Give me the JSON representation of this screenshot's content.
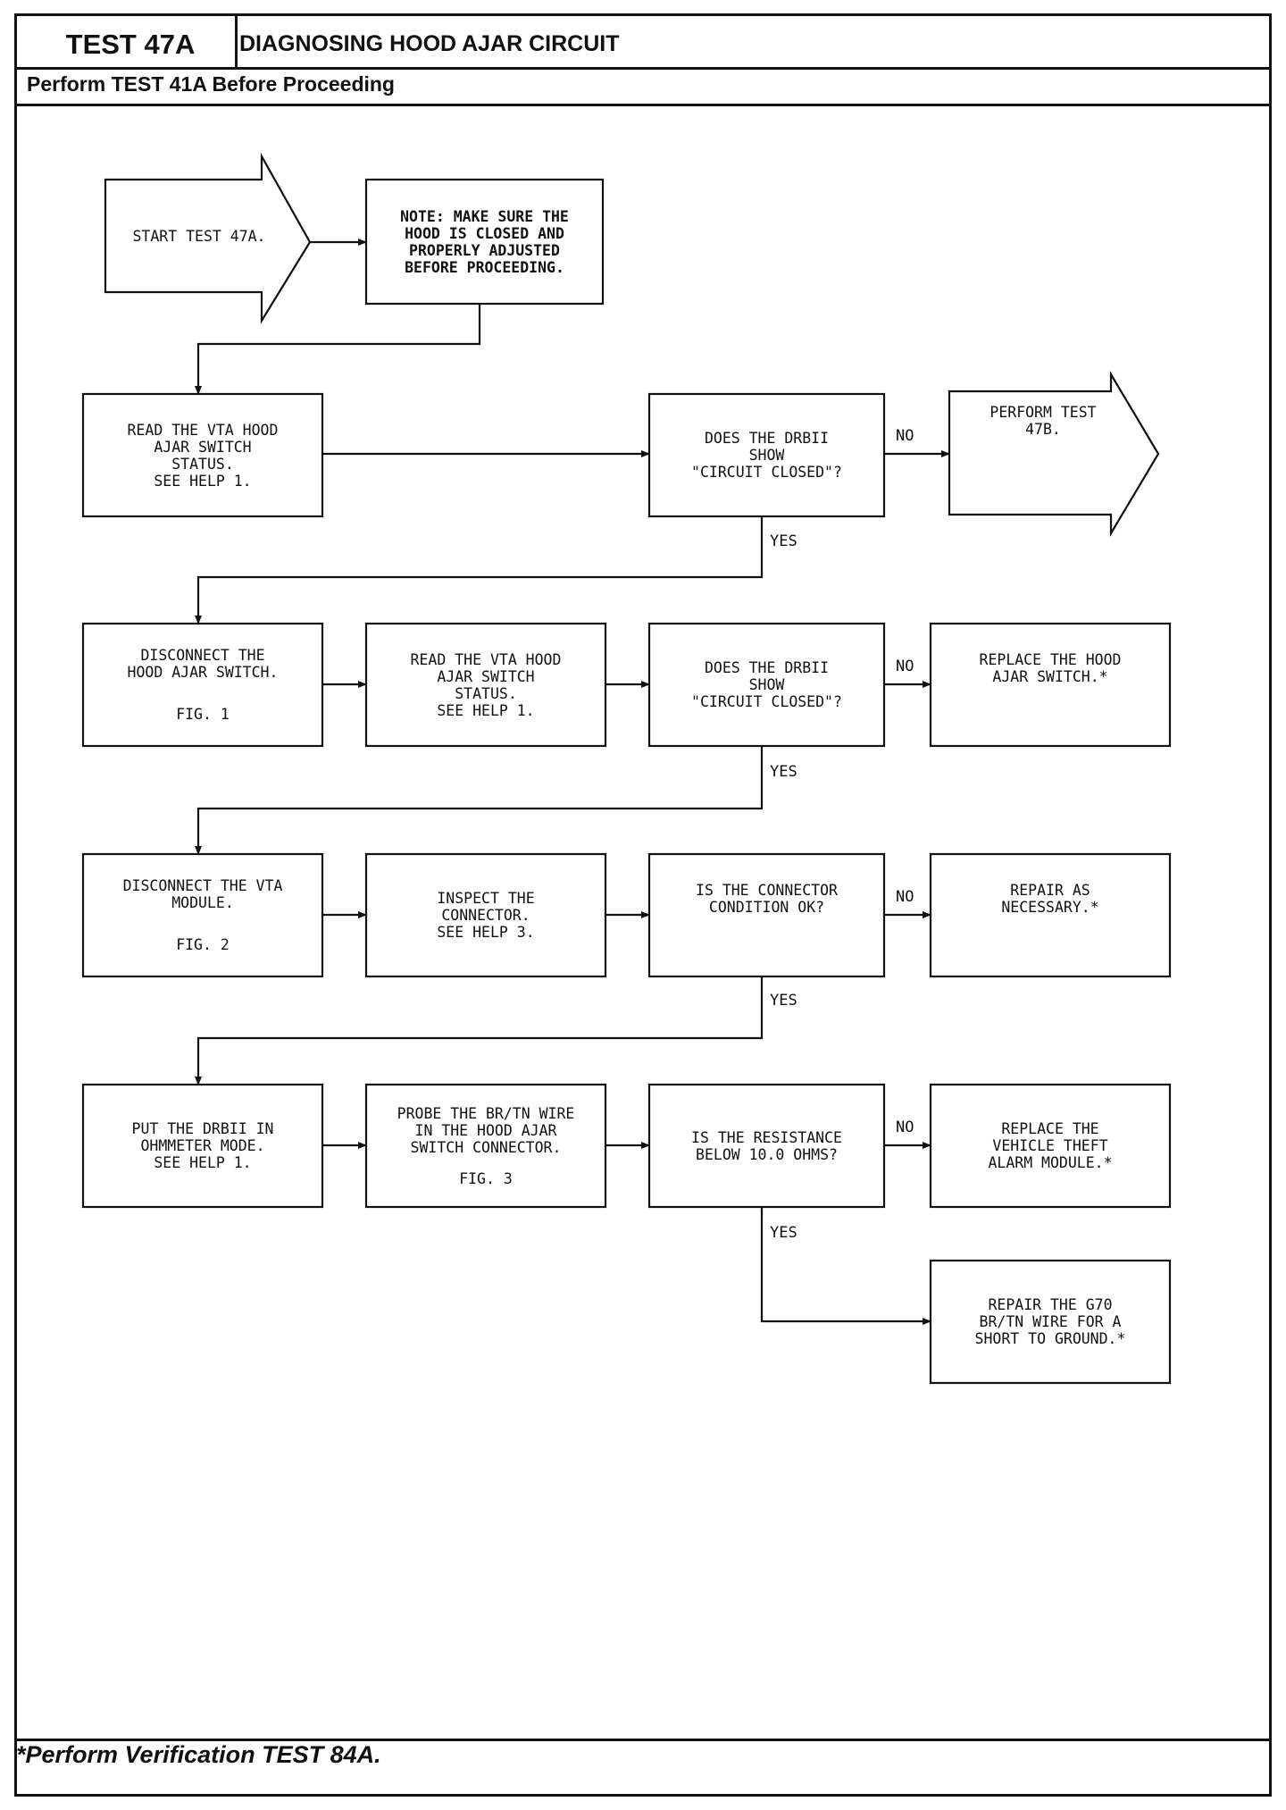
{
  "header": {
    "test_id": "TEST 47A",
    "title": "DIAGNOSING HOOD AJAR CIRCUIT",
    "prerequisite": "Perform TEST 41A Before Proceeding"
  },
  "footer": {
    "note": "*Perform Verification TEST 84A."
  },
  "flow": {
    "start": "START TEST 47A.",
    "note": "NOTE: MAKE SURE THE\nHOOD IS CLOSED AND\nPROPERLY ADJUSTED\nBEFORE PROCEEDING.",
    "read_status_1": "READ THE VTA HOOD\nAJAR SWITCH\nSTATUS.\nSEE HELP 1.",
    "decision_1": "DOES THE DRBII\nSHOW\n\"CIRCUIT CLOSED\"?",
    "perform_47b": "PERFORM TEST\n47B.",
    "disconnect_switch": "DISCONNECT THE\nHOOD AJAR SWITCH.",
    "disconnect_switch_fig": "FIG. 1",
    "read_status_2": "READ THE VTA HOOD\nAJAR SWITCH\nSTATUS.\nSEE HELP 1.",
    "decision_2": "DOES THE DRBII\nSHOW\n\"CIRCUIT CLOSED\"?",
    "replace_switch": "REPLACE THE HOOD\nAJAR SWITCH.*",
    "disconnect_module": "DISCONNECT THE VTA\nMODULE.",
    "disconnect_module_fig": "FIG. 2",
    "inspect_connector": "INSPECT THE\nCONNECTOR.\nSEE HELP 3.",
    "decision_3": "IS THE CONNECTOR\nCONDITION OK?",
    "repair_necessary": "REPAIR AS\nNECESSARY.*",
    "ohmmeter_mode": "PUT THE DRBII IN\nOHMMETER MODE.\nSEE HELP 1.",
    "probe_wire": "PROBE THE BR/TN WIRE\nIN THE HOOD AJAR\nSWITCH CONNECTOR.",
    "probe_wire_fig": "FIG. 3",
    "decision_4": "IS THE RESISTANCE\nBELOW 10.0 OHMS?",
    "replace_module": "REPLACE THE\nVEHICLE THEFT\nALARM MODULE.*",
    "repair_wire": "REPAIR THE G70\nBR/TN WIRE FOR A\nSHORT TO GROUND.*"
  },
  "labels": {
    "no_1": "NO",
    "yes_1": "YES",
    "no_2": "NO",
    "yes_2": "YES",
    "no_3": "NO",
    "yes_3": "YES",
    "no_4": "NO",
    "yes_4": "YES"
  }
}
